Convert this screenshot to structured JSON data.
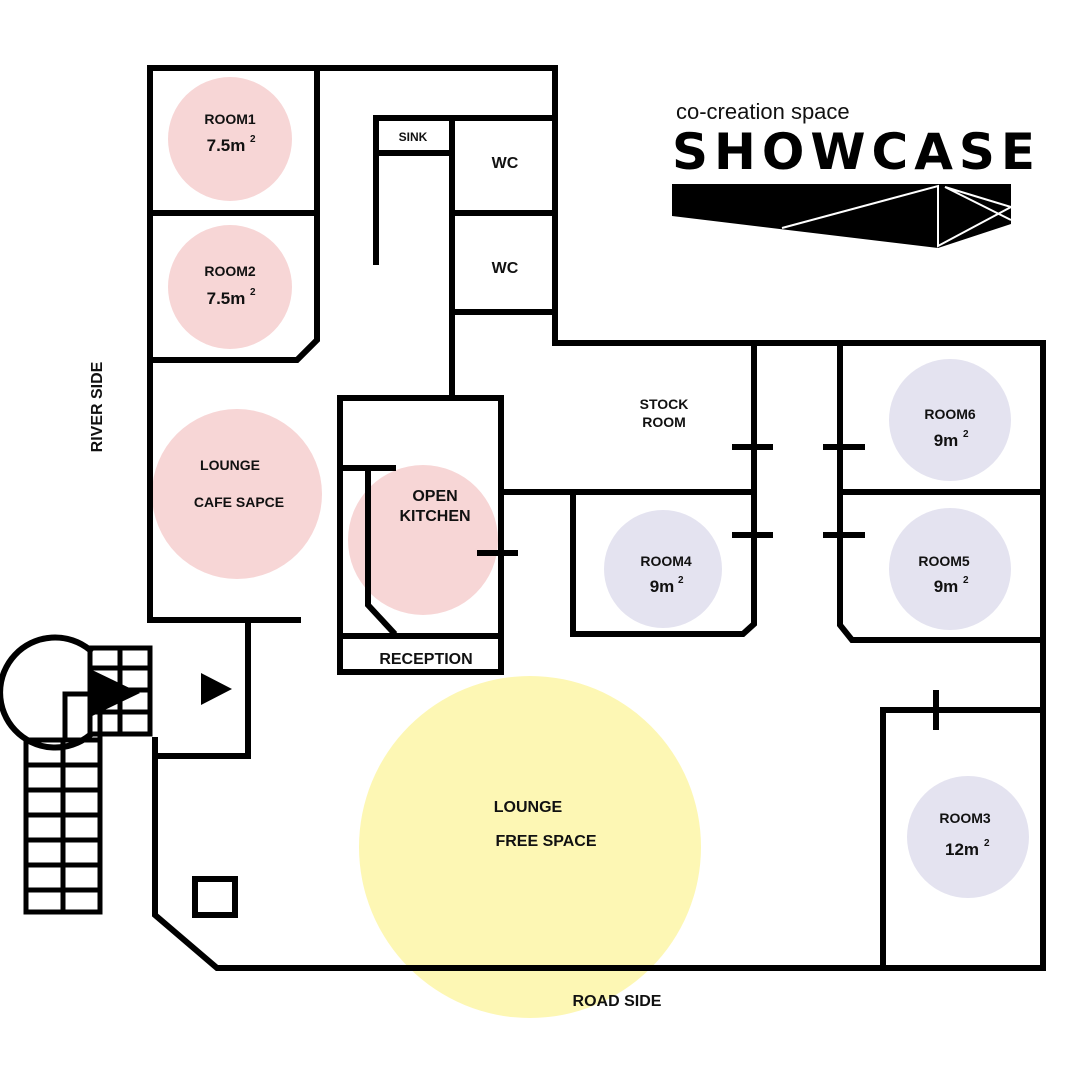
{
  "logo": {
    "subtitle": "co-creation space",
    "title": "SHOWCASE"
  },
  "rooms": {
    "room1": {
      "name": "ROOM1",
      "area": "7.5m",
      "unit_sup": "2"
    },
    "room2": {
      "name": "ROOM2",
      "area": "7.5m",
      "unit_sup": "2"
    },
    "room3": {
      "name": "ROOM3",
      "area": "12m",
      "unit_sup": "2"
    },
    "room4": {
      "name": "ROOM4",
      "area": "9m",
      "unit_sup": "2"
    },
    "room5": {
      "name": "ROOM5",
      "area": "9m",
      "unit_sup": "2"
    },
    "room6": {
      "name": "ROOM6",
      "area": "9m",
      "unit_sup": "2"
    }
  },
  "areas": {
    "sink": "SINK",
    "wc_upper": "WC",
    "wc_lower": "WC",
    "stock_line1": "STOCK",
    "stock_line2": "ROOM",
    "lounge_cafe_line1": "LOUNGE",
    "lounge_cafe_line2": "CAFE SAPCE",
    "kitchen_line1": "OPEN",
    "kitchen_line2": "KITCHEN",
    "reception": "RECEPTION",
    "lounge_free_line1": "LOUNGE",
    "lounge_free_line2": "FREE SPACE"
  },
  "sides": {
    "river": "RIVER SIDE",
    "road": "ROAD SIDE"
  },
  "colors": {
    "pink": "#f7d6d6",
    "lavender": "#e4e3f0",
    "yellow": "#fdf7b4",
    "wall": "#000000"
  }
}
